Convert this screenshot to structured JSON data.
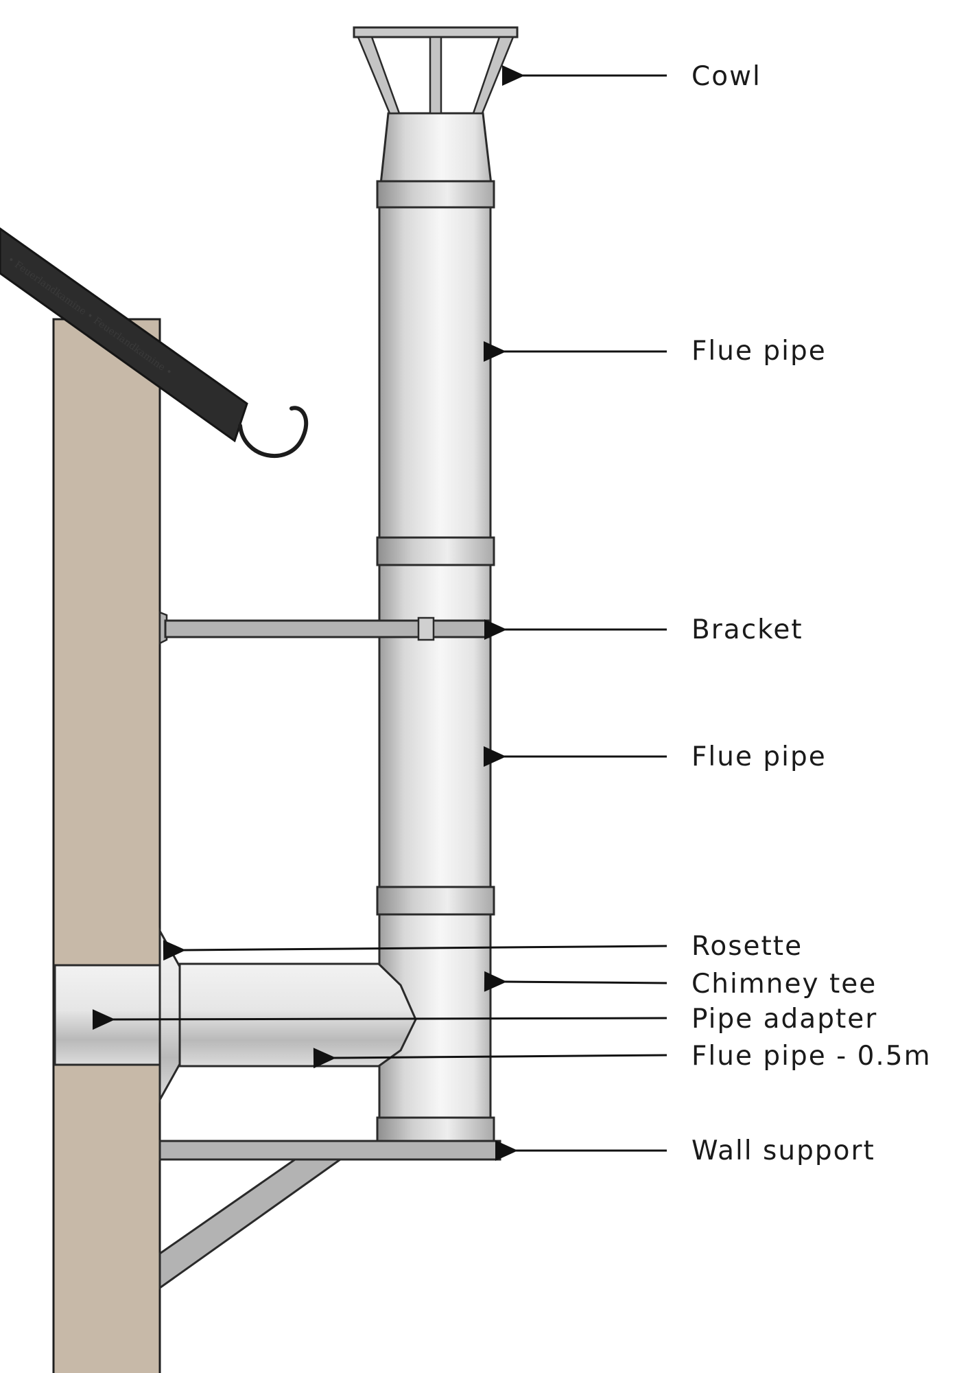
{
  "roof_watermark": "• Feuerlandkamine • Feuerlandkamine •",
  "labels": {
    "cowl": "Cowl",
    "flue_pipe_upper": "Flue pipe",
    "bracket": "Bracket",
    "flue_pipe_lower": "Flue pipe",
    "rosette": "Rosette",
    "chimney_tee": "Chimney tee",
    "pipe_adapter": "Pipe adapter",
    "flue_pipe_short": "Flue pipe - 0.5m",
    "wall_support": "Wall support"
  },
  "colors": {
    "wall": "#c7b9a8",
    "roof": "#2c2c2c",
    "outline": "#1f1f1f",
    "steel_light": "#f4f4f4",
    "steel_dark": "#9c9c9c",
    "bracket": "#b3b3b3"
  }
}
